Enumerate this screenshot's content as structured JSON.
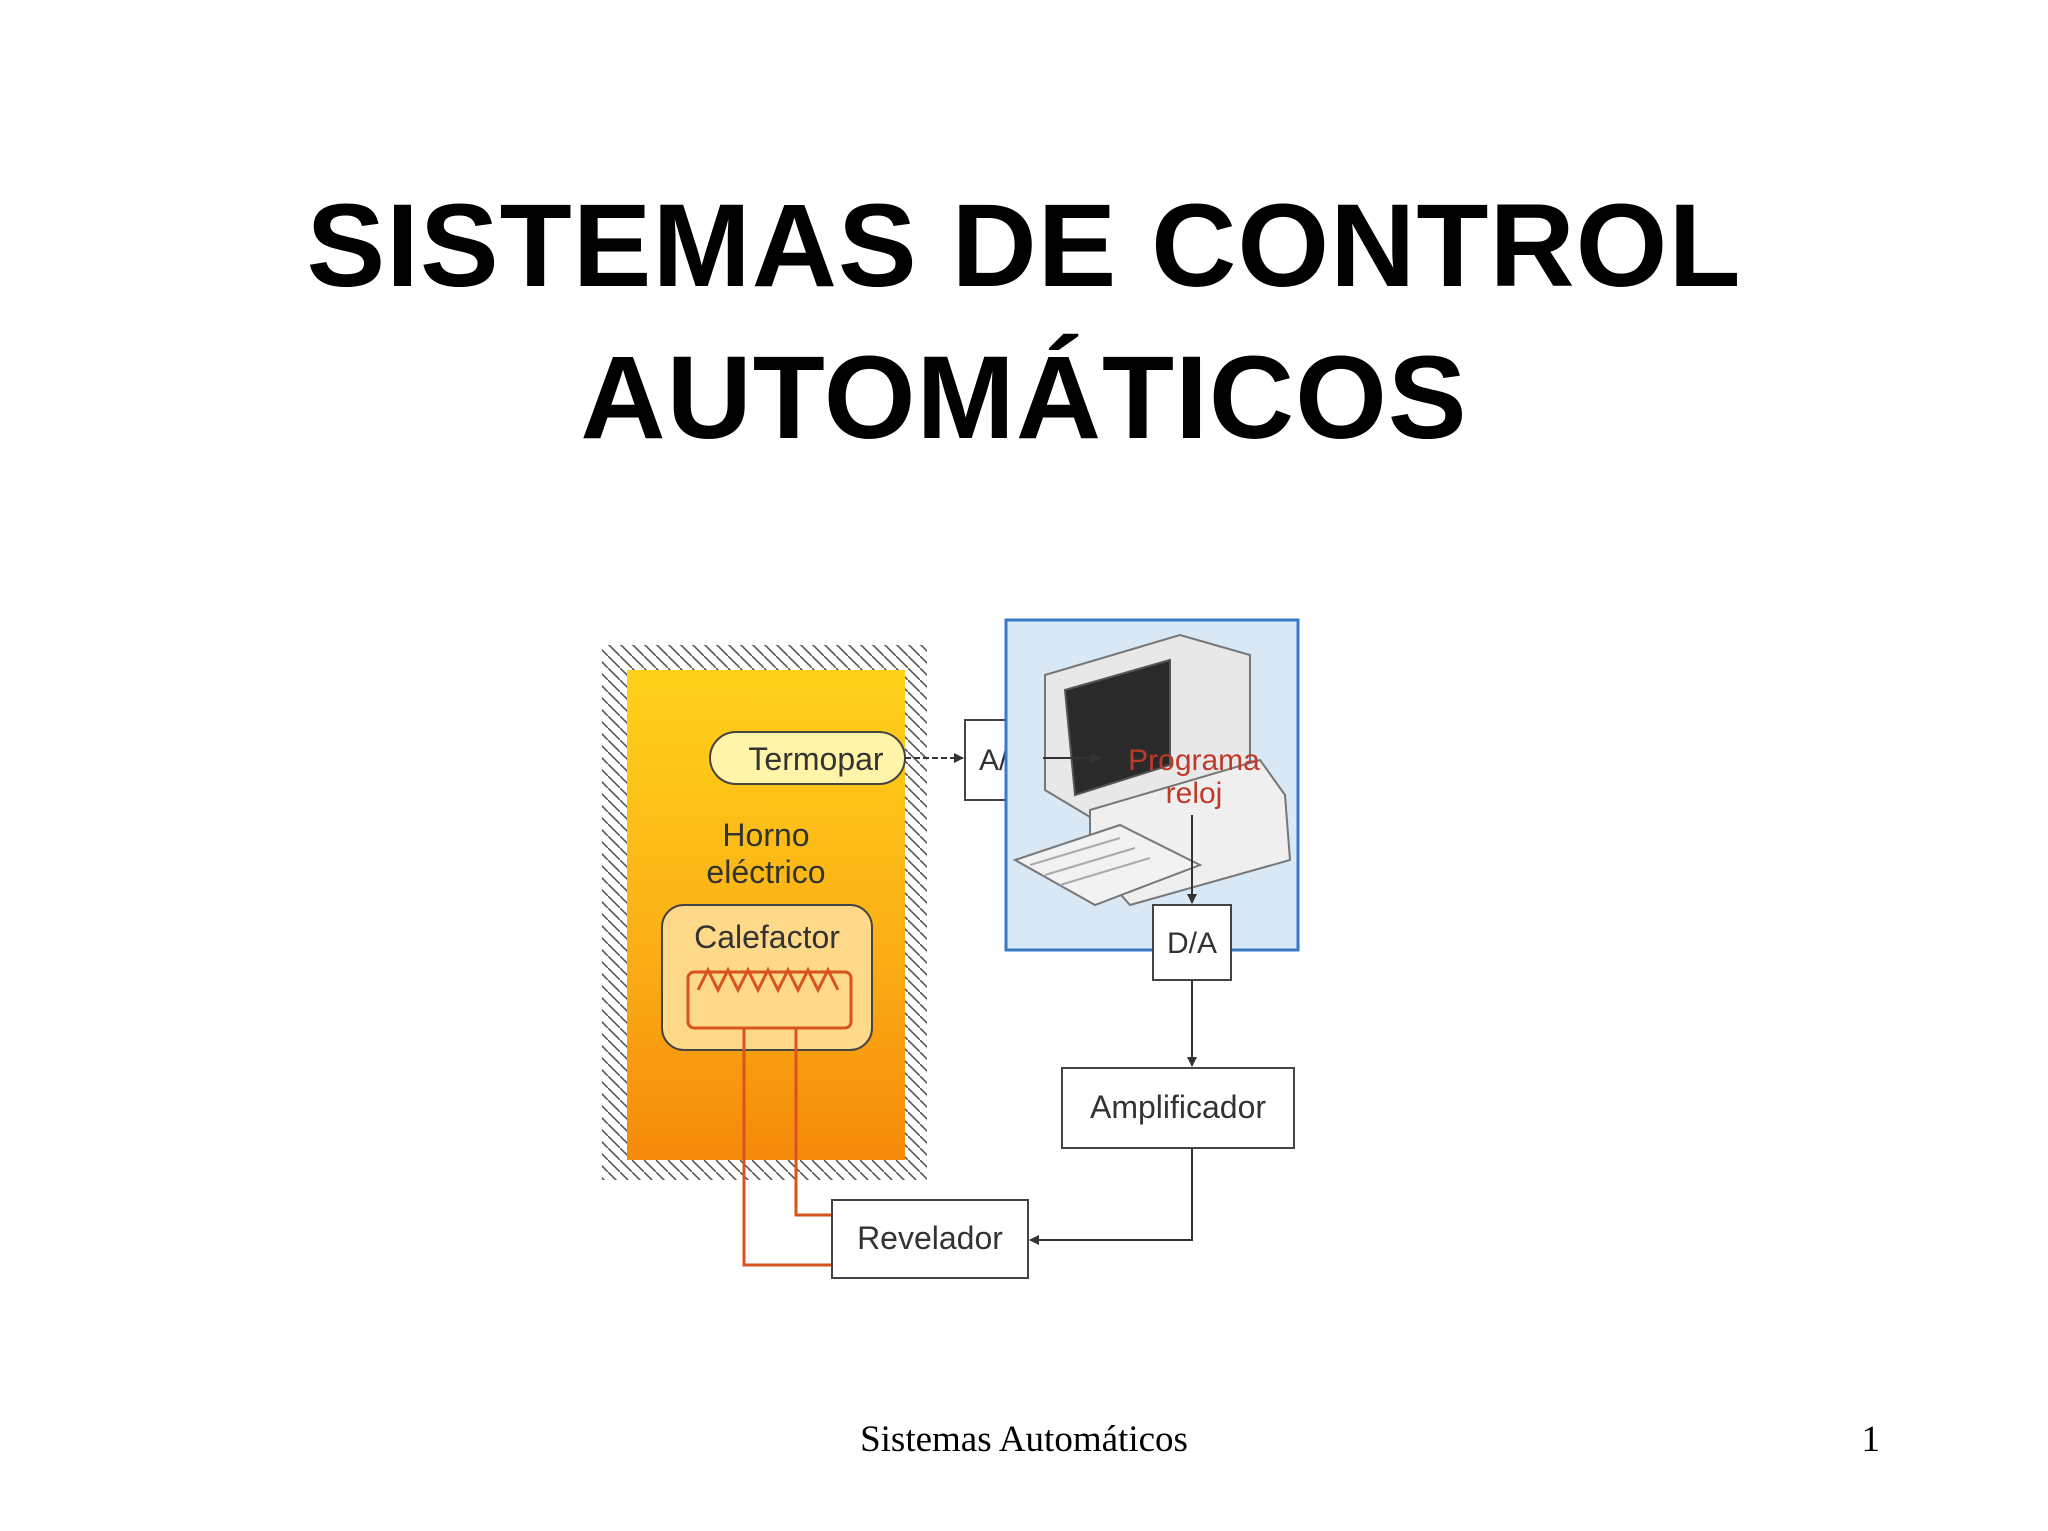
{
  "slide": {
    "title_line1": "SISTEMAS DE CONTROL",
    "title_line2": "AUTOMÁTICOS",
    "footer": "Sistemas Automáticos",
    "page_number": "1"
  },
  "diagram": {
    "thermocouple": "Termopar",
    "ad_converter": "A/D",
    "program_line1": "Programa",
    "program_line2": "reloj",
    "oven_line1": "Horno",
    "oven_line2": "eléctrico",
    "heater": "Calefactor",
    "da_converter": "D/A",
    "amplifier": "Amplificador",
    "relay": "Revelador"
  },
  "colors": {
    "oven_top": "#ffd21a",
    "oven_bottom": "#f58a0a",
    "computer_panel": "#d8e8f5",
    "computer_border": "#3a78c8",
    "wire": "#d9531e",
    "program_text": "#c0392b"
  }
}
